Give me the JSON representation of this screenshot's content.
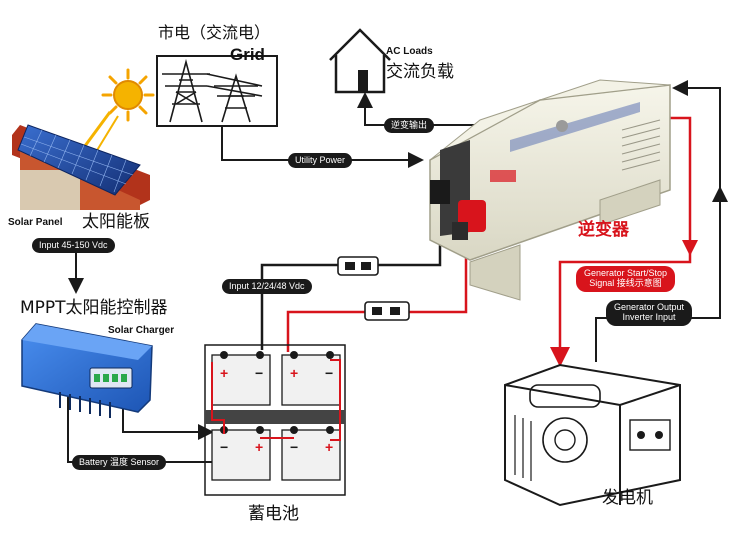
{
  "labels": {
    "grid_cn": "市电（交流电）",
    "grid_en": "Grid",
    "ac_loads_en": "AC Loads",
    "ac_loads_cn": "交流负载",
    "inverter_output": "逆变输出",
    "utility_power": "Utility Power",
    "solar_panel_en": "Solar Panel",
    "solar_panel_cn": "太阳能板",
    "input_pv": "Input 45-150 Vdc",
    "mppt": "MPPT太阳能控制器",
    "solar_charger": "Solar Charger",
    "input_battery": "Input 12/24/48 Vdc",
    "inverter_cn": "逆变器",
    "gen_signal_line1": "Generator Start/Stop",
    "gen_signal_line2": "Signal 接线示意图",
    "gen_output_line1": "Generator Output",
    "gen_output_line2": "Inverter Input",
    "battery_sensor": "Battery 温度 Sensor",
    "battery_cn": "蓄电池",
    "generator_cn": "发电机"
  },
  "colors": {
    "wire_black": "#1a1a1a",
    "wire_red": "#d8141c",
    "inverter_body": "#ecebdc",
    "controller_blue": "#2c6fd1",
    "panel_blue": "#1f4ea8",
    "roof_red": "#b2331b",
    "sun": "#f5a400"
  },
  "icons": {
    "sun": "sun-icon",
    "house": "house-icon",
    "tower": "power-tower-icon",
    "inverter": "inverter-icon",
    "battery": "battery-icon",
    "generator": "generator-icon",
    "fuse": "fuse-icon"
  }
}
